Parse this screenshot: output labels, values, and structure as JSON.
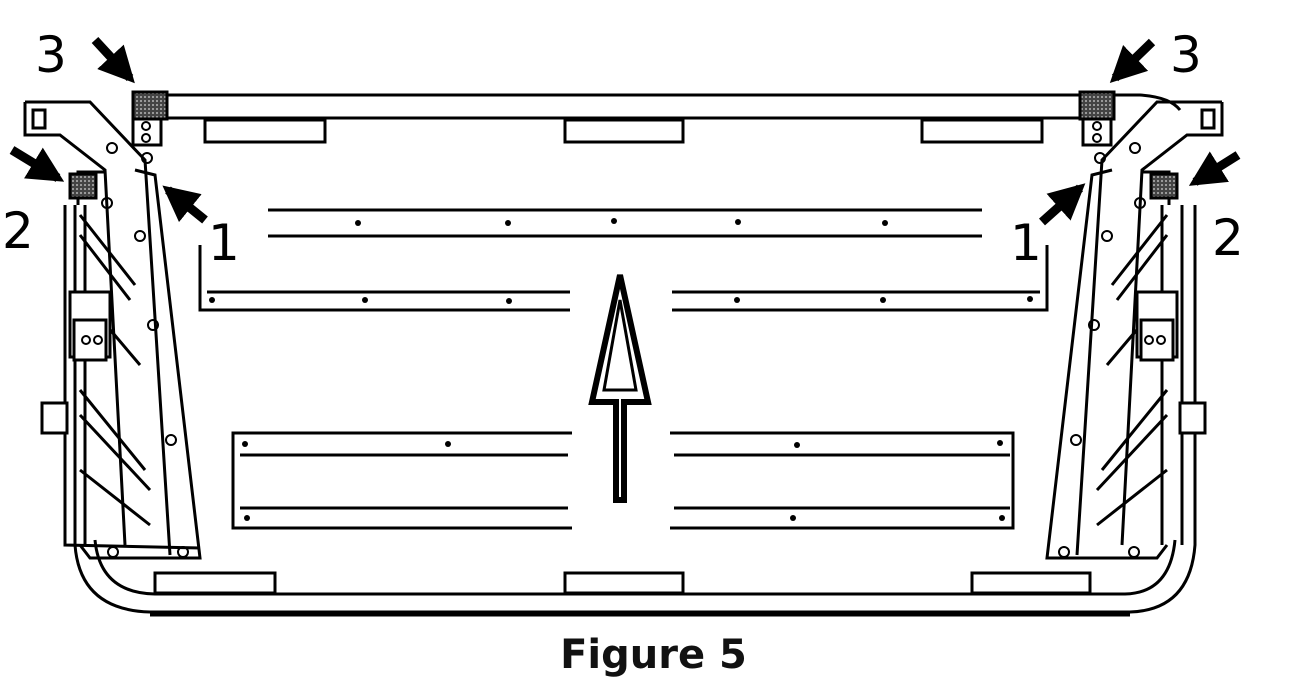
{
  "caption": "Figure 5",
  "callouts": {
    "left_top": "3",
    "left_side": "2",
    "left_inner": "1",
    "right_top": "3",
    "right_side": "2",
    "right_inner": "1"
  }
}
